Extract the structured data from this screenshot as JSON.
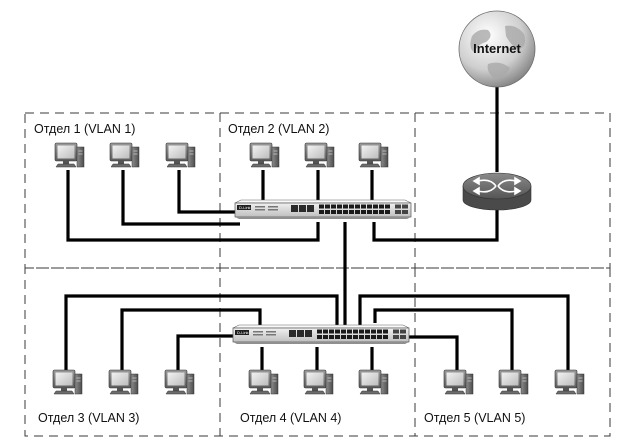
{
  "internet": {
    "label": "Internet"
  },
  "departments": [
    {
      "label": "Отдел 1 (VLAN 1)"
    },
    {
      "label": "Отдел 2 (VLAN 2)"
    },
    {
      "label": "Отдел 3 (VLAN 3)"
    },
    {
      "label": "Отдел 4 (VLAN 4)"
    },
    {
      "label": "Отдел 5 (VLAN 5)"
    }
  ],
  "switch_brand": "D-Link",
  "colors": {
    "link": "#000000",
    "region_border": "#3a3a3a",
    "switch_body": "#d9d9d9",
    "router_body": "#666666"
  }
}
